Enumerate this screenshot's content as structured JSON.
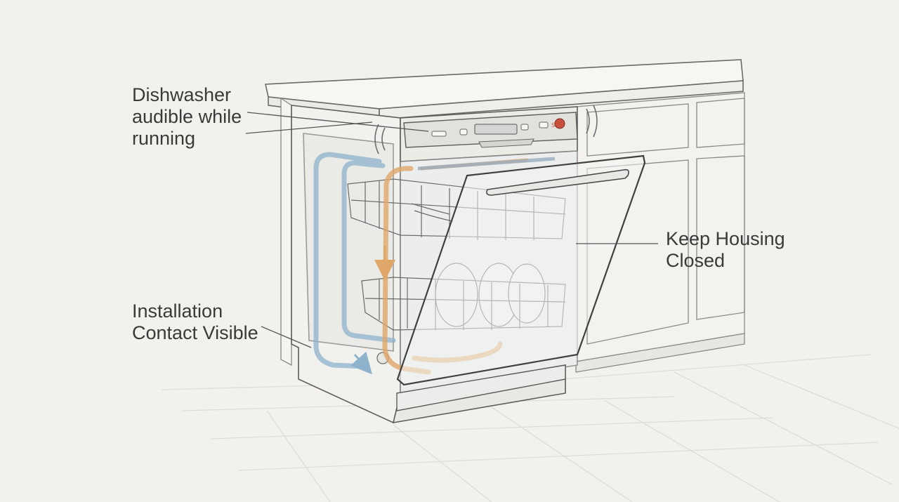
{
  "callouts": {
    "audible": {
      "lines": [
        "Dishwasher",
        "audible while",
        "running"
      ]
    },
    "housing": {
      "lines": [
        "Keep Housing",
        "Closed"
      ]
    },
    "contact": {
      "lines": [
        "Installation",
        "Contact Visible"
      ]
    }
  },
  "panel": {
    "brand_text": "ЅЯР"
  },
  "colors": {
    "background": "#f2f1ec",
    "ink": "#555555",
    "water_flow_blue": "#8fb2cc",
    "water_flow_orange": "#e0a76a",
    "power_button": "#c9503a"
  }
}
